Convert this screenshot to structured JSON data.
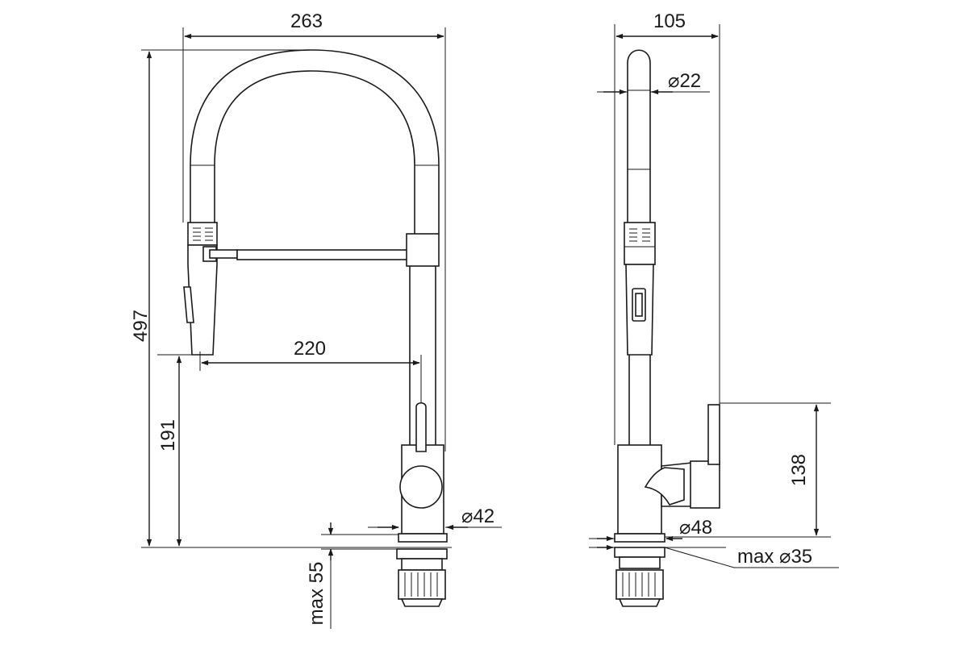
{
  "front_view": {
    "width_label": "263",
    "height_label": "497",
    "reach_label": "220",
    "spout_height_label": "191",
    "base_diameter_label": "⌀42",
    "max_thickness_label": "max 55"
  },
  "side_view": {
    "depth_label": "105",
    "spout_diameter_label": "⌀22",
    "handle_height_label": "138",
    "body_diameter_label": "⌀48",
    "hole_diameter_label": "max ⌀35"
  }
}
